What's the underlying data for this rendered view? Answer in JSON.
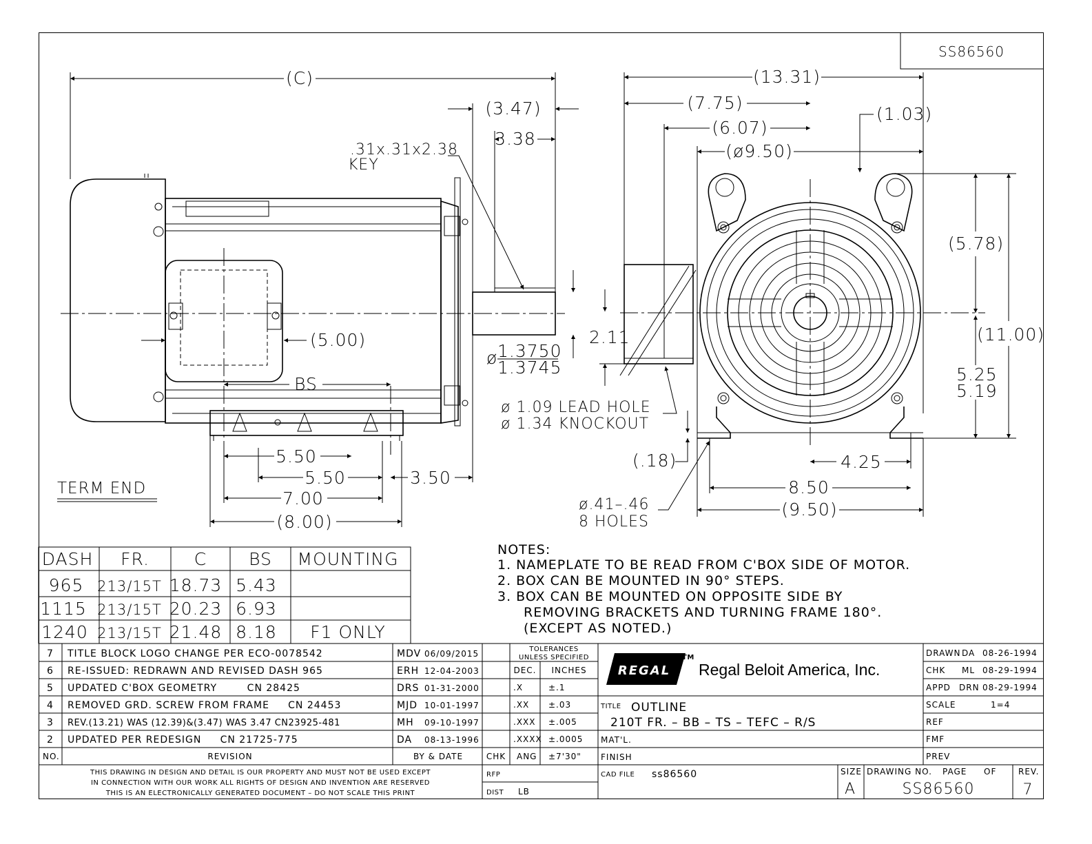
{
  "drawing_id_box": "SS86560",
  "dimensions": {
    "c": "(C)",
    "d347": "(3.47)",
    "d338": "3.38",
    "key1": ".31x.31x2.38",
    "key2": "KEY",
    "d500": "(5.00)",
    "bs": "BS",
    "shaft1": "1.3750",
    "shaft2": "1.3745",
    "shaft_dia": "ø",
    "d211": "2.11",
    "lead1": "ø 1.09 LEAD HOLE",
    "lead2": "ø 1.34 KNOCKOUT",
    "d550a": "5.50",
    "d550b": "5.50",
    "d350": "3.50",
    "d700": "7.00",
    "d800": "(8.00)",
    "term_end": "TERM END",
    "d1331": "(13.31)",
    "d775": "(7.75)",
    "d607": "(6.07)",
    "d950top": "(ø9.50)",
    "d103": "(1.03)",
    "d578": "(5.78)",
    "d1100": "(11.00)",
    "d525": "5.25",
    "d519": "5.19",
    "d018": "(.18)",
    "d425": "4.25",
    "d850": "8.50",
    "d950": "(9.50)",
    "holes1": "ø.41–.46",
    "holes2": "8 HOLES"
  },
  "dash_table": {
    "headers": [
      "DASH",
      "FR.",
      "C",
      "BS",
      "MOUNTING"
    ],
    "rows": [
      [
        "965",
        "213/15T",
        "18.73",
        "5.43",
        ""
      ],
      [
        "1115",
        "213/15T",
        "20.23",
        "6.93",
        ""
      ],
      [
        "1240",
        "213/15T",
        "21.48",
        "8.18",
        "F1 ONLY"
      ]
    ]
  },
  "notes": {
    "title": "NOTES:",
    "lines": [
      "1. NAMEPLATE TO BE READ FROM C'BOX SIDE OF MOTOR.",
      "2. BOX CAN BE MOUNTED IN 90° STEPS.",
      "3. BOX CAN BE MOUNTED ON OPPOSITE SIDE BY",
      "REMOVING BRACKETS AND TURNING FRAME 180°.",
      "(EXCEPT AS NOTED.)"
    ]
  },
  "revisions": {
    "rows": [
      {
        "no": "7",
        "text": "TITLE BLOCK LOGO CHANGE PER ECO-0078542",
        "by": "MDV",
        "date": "06/09/2015"
      },
      {
        "no": "6",
        "text": "RE-ISSUED: REDRAWN AND REVISED DASH 965",
        "by": "ERH",
        "date": "12-04-2003"
      },
      {
        "no": "5",
        "text": "UPDATED C'BOX GEOMETRY        CN 28425",
        "by": "DRS",
        "date": "01-31-2000"
      },
      {
        "no": "4",
        "text": "REMOVED GRD. SCREW FROM FRAME     CN 24453",
        "by": "MJD",
        "date": "10-01-1997"
      },
      {
        "no": "3",
        "text": "REV.(13.21) WAS (12.39)&(3.47) WAS 3.47 CN23925-481",
        "by": "MH",
        "date": "09-10-1997"
      },
      {
        "no": "2",
        "text": "UPDATED PER REDESIGN     CN 21725-775",
        "by": "DA",
        "date": "08-13-1996"
      }
    ],
    "header_no": "NO.",
    "header_rev": "REVISION",
    "header_by": "BY & DATE",
    "header_chk": "CHK"
  },
  "tolerances": {
    "title1": "TOLERANCES",
    "title2": "UNLESS SPECIFIED",
    "col1": "DEC.",
    "col2": "INCHES",
    "rows": [
      [
        ".X",
        "±.1"
      ],
      [
        ".XX",
        "±.03"
      ],
      [
        ".XXX",
        "±.005"
      ],
      [
        ".XXXX",
        "±.0005"
      ],
      [
        "ANG",
        "±7'30\""
      ]
    ]
  },
  "company": {
    "logo": "REGAL",
    "tm": "TM",
    "name": "Regal Beloit America, Inc."
  },
  "title_block": {
    "title_label": "TITLE",
    "title1": "OUTLINE",
    "title2": "210T FR. – BB – TS – TEFC – R/S",
    "matl_label": "MAT'L.",
    "finish_label": "FINISH",
    "cad_label": "CAD FILE",
    "cad_value": "ss86560",
    "size_label": "SIZE",
    "size_value": "A",
    "drawing_no_label": "DRAWING NO.",
    "page_label": "PAGE",
    "of_label": "OF",
    "rev_label": "REV.",
    "drawing_no": "SS86560",
    "rev_value": "7",
    "rfp_label": "RFP",
    "dist_label": "DIST",
    "dist_value": "LB"
  },
  "approvals": [
    {
      "label": "DRAWN",
      "who": "DA",
      "date": "08-26-1994"
    },
    {
      "label": "CHK",
      "who": "ML",
      "date": "08-29-1994"
    },
    {
      "label": "APPD",
      "who": "DRN",
      "date": "08-29-1994"
    },
    {
      "label": "SCALE",
      "who": "",
      "date": "1=4"
    },
    {
      "label": "REF",
      "who": "",
      "date": ""
    },
    {
      "label": "FMF",
      "who": "",
      "date": ""
    },
    {
      "label": "PREV",
      "who": "",
      "date": ""
    }
  ],
  "disclaimer": [
    "THIS DRAWING IN DESIGN AND DETAIL IS OUR PROPERTY AND MUST NOT BE USED EXCEPT",
    "IN CONNECTION WITH OUR WORK ALL RIGHTS OF DESIGN AND INVENTION ARE RESERVED",
    "THIS IS AN ELECTRONICALLY GENERATED DOCUMENT – DO NOT SCALE THIS PRINT"
  ]
}
